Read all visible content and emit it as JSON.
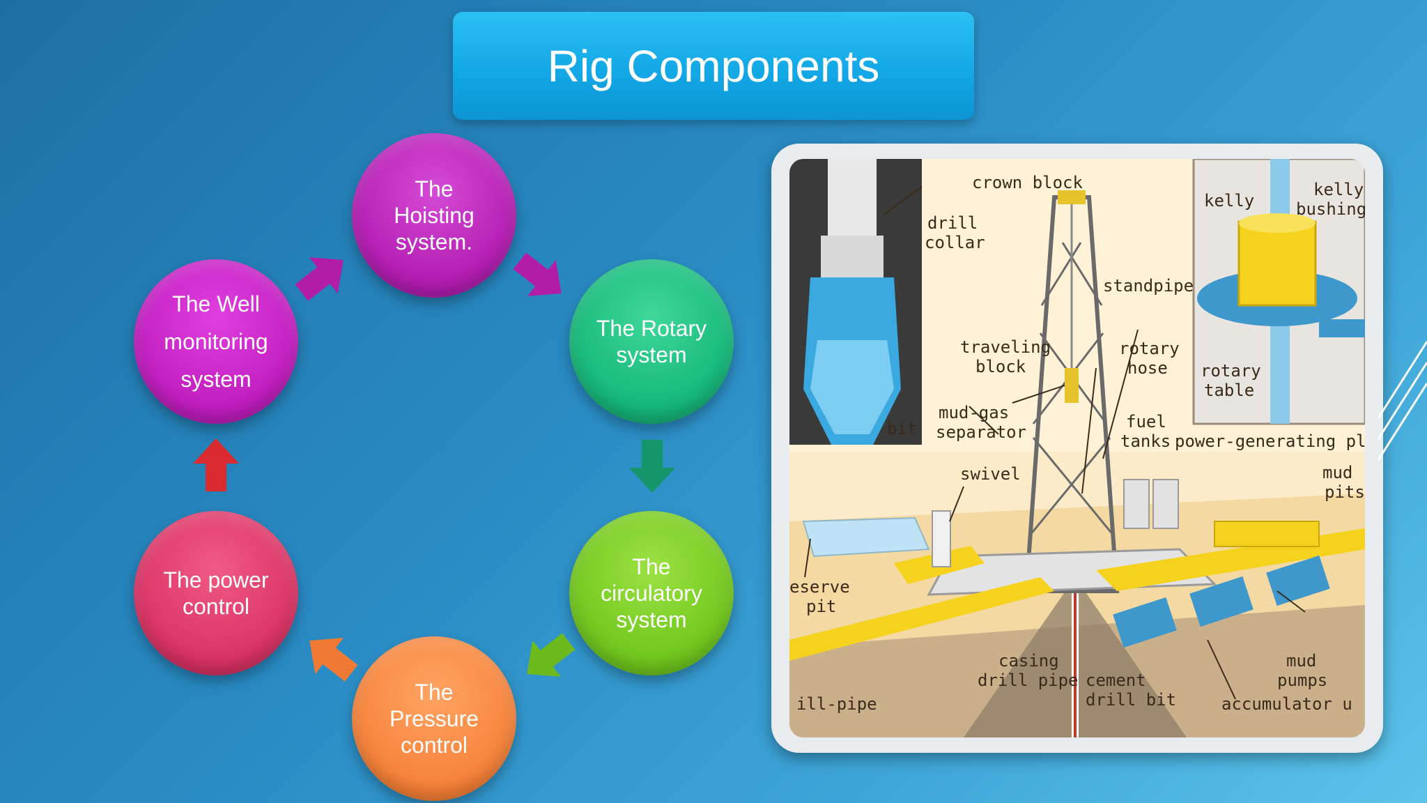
{
  "slide": {
    "title": "Rig Components"
  },
  "cycle": {
    "nodes": [
      {
        "label": "The\nHoisting\nsystem.",
        "color": "#b51fb3"
      },
      {
        "label": "The Rotary\nsystem",
        "color": "#17b97a"
      },
      {
        "label": "The\ncirculatory\nsystem",
        "color": "#72c81f"
      },
      {
        "label": "The\nPressure\ncontrol",
        "color": "#f6843c"
      },
      {
        "label": "The power\ncontrol",
        "color": "#db3566"
      },
      {
        "label": "The Well\nmonitoring\nsystem",
        "color": "#c21fbf"
      }
    ]
  },
  "rig_image": {
    "labels": {
      "crown_block": "crown block",
      "drill": "drill",
      "collar": "collar",
      "kelly": "kelly",
      "kelly_bushing_1": "kelly",
      "kelly_bushing_2": "bushing",
      "standpipe": "standpipe",
      "traveling": "traveling",
      "block": "block",
      "rotary": "rotary",
      "hose": "hose",
      "rotary_table_1": "rotary",
      "rotary_table_2": "table",
      "bit": "bit",
      "mud_gas": "mud-gas",
      "separator": "separator",
      "fuel": "fuel",
      "tanks": "tanks",
      "power_generating": "power-generating plan",
      "swivel": "swivel",
      "mud_pits_1": "mud",
      "mud_pits_2": "pits",
      "reserve": "eserve",
      "pit": "pit",
      "casing": "casing",
      "drill_pipe": "drill pipe",
      "cement": "cement",
      "drill_bit": "drill bit",
      "mud_pumps_1": "mud",
      "mud_pumps_2": "pumps",
      "ill_pipe": "ill-pipe",
      "accumulator": "accumulator u"
    }
  }
}
